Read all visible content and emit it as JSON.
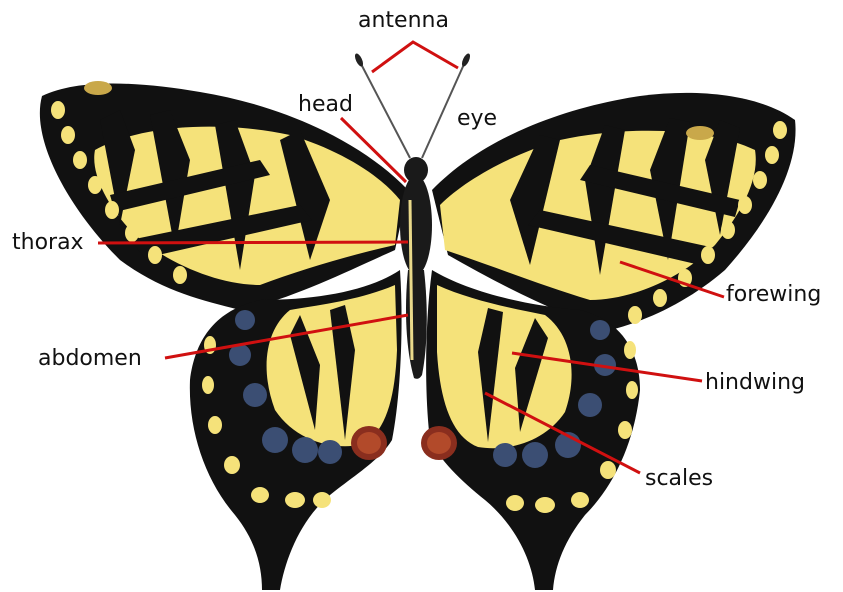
{
  "labels": {
    "antenna": "antenna",
    "head": "head",
    "eye": "eye",
    "thorax": "thorax",
    "forewing": "forewing",
    "abdomen": "abdomen",
    "hindwing": "hindwing",
    "scales": "scales"
  },
  "colors": {
    "wing_yellow": "#f5e27a",
    "wing_black": "#111111",
    "hindwing_blue": "#3b4e73",
    "eyespot_red": "#8a2e1e",
    "pointer_red": "#d01010",
    "body_dark": "#1a1a1a"
  }
}
